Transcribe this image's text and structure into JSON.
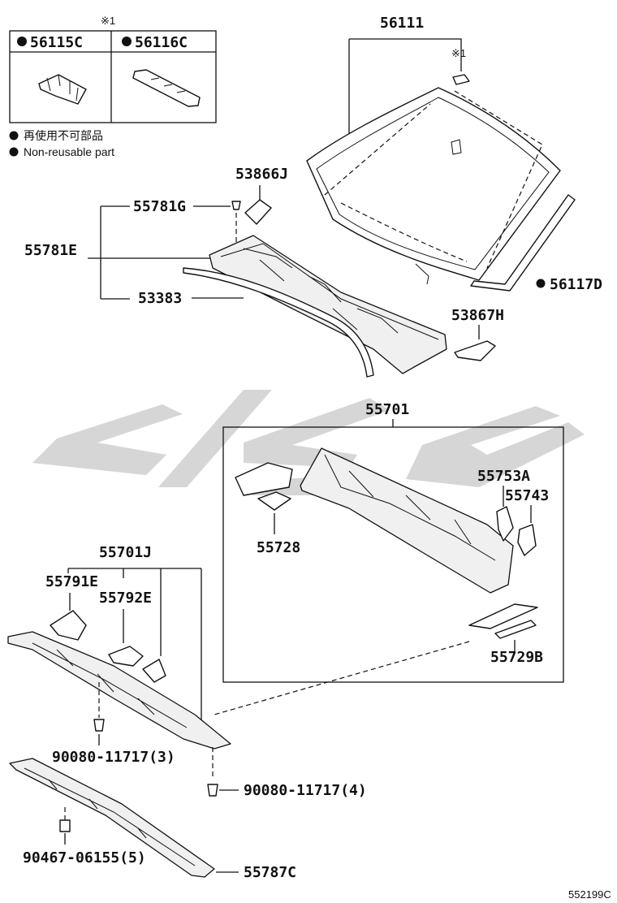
{
  "inset": {
    "note_marker": "※1",
    "col1_label": "56115C",
    "col2_label": "56116C"
  },
  "legend": {
    "line1": "再使用不可部品",
    "line2": "Non-reusable part"
  },
  "windshield": {
    "label": "56111",
    "note_marker": "※1",
    "molding_label": "56117D"
  },
  "cowl_top": {
    "bracket_label": "55781E",
    "clip_label": "55781G",
    "seal_label": "53383",
    "cover_l_label": "53866J",
    "cover_r_label": "53867H"
  },
  "cowl_panel": {
    "label": "55701",
    "bracket_a_label": "55753A",
    "bracket_b_label": "55743",
    "brace_label": "55728",
    "reinforcement_label": "55729B"
  },
  "lower_cowl": {
    "label": "55701J",
    "bracket_1_label": "55791E",
    "bracket_2_label": "55792E",
    "bolt_1_label": "90080-11717(3)",
    "bolt_2_label": "90080-11717(4)",
    "nut_label": "90467-06155(5)",
    "panel_label": "55787C"
  },
  "reference_code": "552199C"
}
